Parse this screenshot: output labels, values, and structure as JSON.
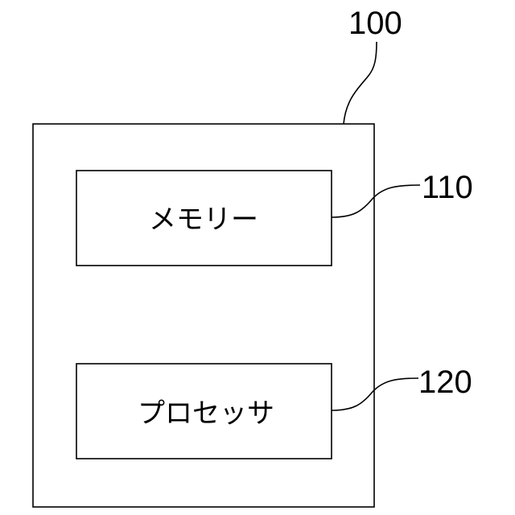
{
  "device": {
    "ref": "100"
  },
  "components": [
    {
      "ref": "110",
      "label": "メモリー"
    },
    {
      "ref": "120",
      "label": "プロセッサ"
    }
  ]
}
